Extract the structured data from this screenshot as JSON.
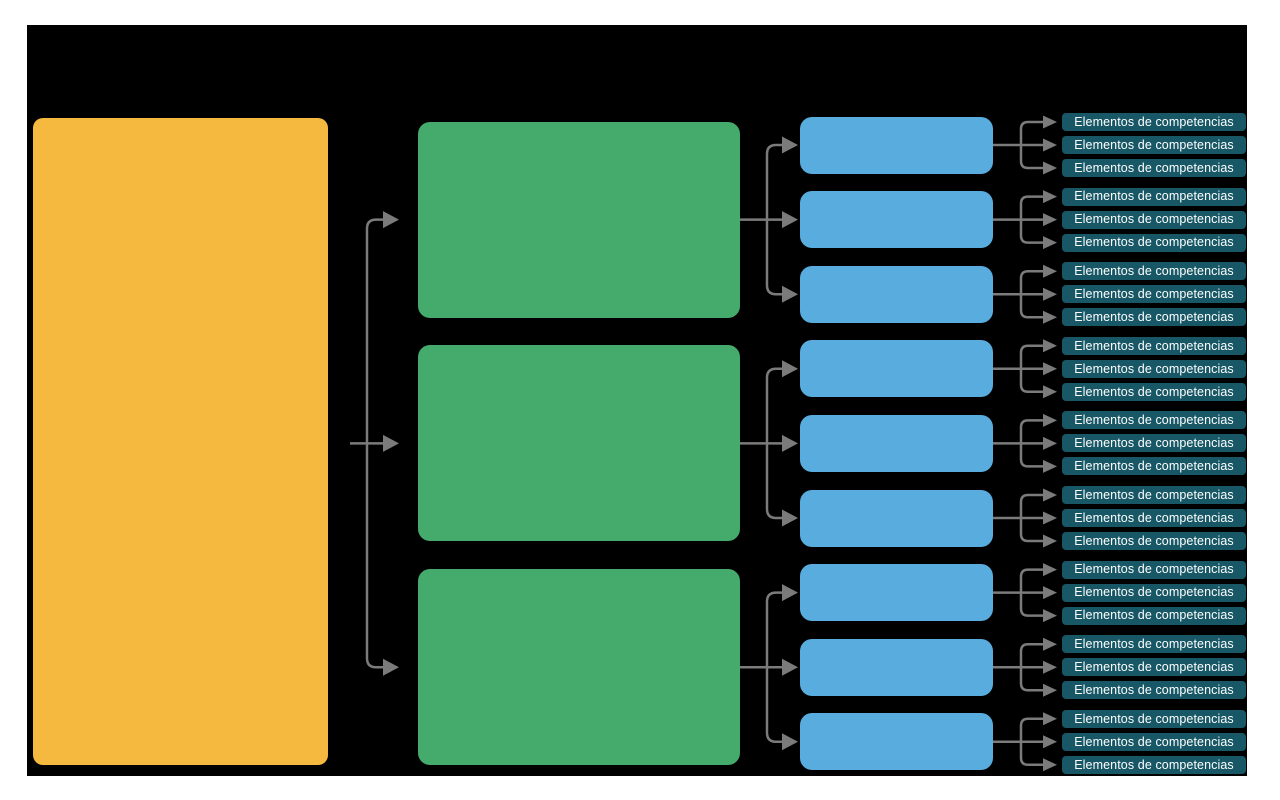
{
  "diagram": {
    "page_background": "#ffffff",
    "canvas_color": "#000000",
    "connector_color": "#7b7b7b",
    "levels": {
      "root": {
        "count": 1,
        "color": "#f6b93f"
      },
      "branches": {
        "count": 3,
        "color": "#45ab6c"
      },
      "subbranches": {
        "count": 9,
        "color": "#58acde"
      },
      "elements": {
        "count": 27,
        "color": "#175766",
        "text_color": "#ffffff",
        "label": "Elementos de competencias"
      }
    }
  }
}
